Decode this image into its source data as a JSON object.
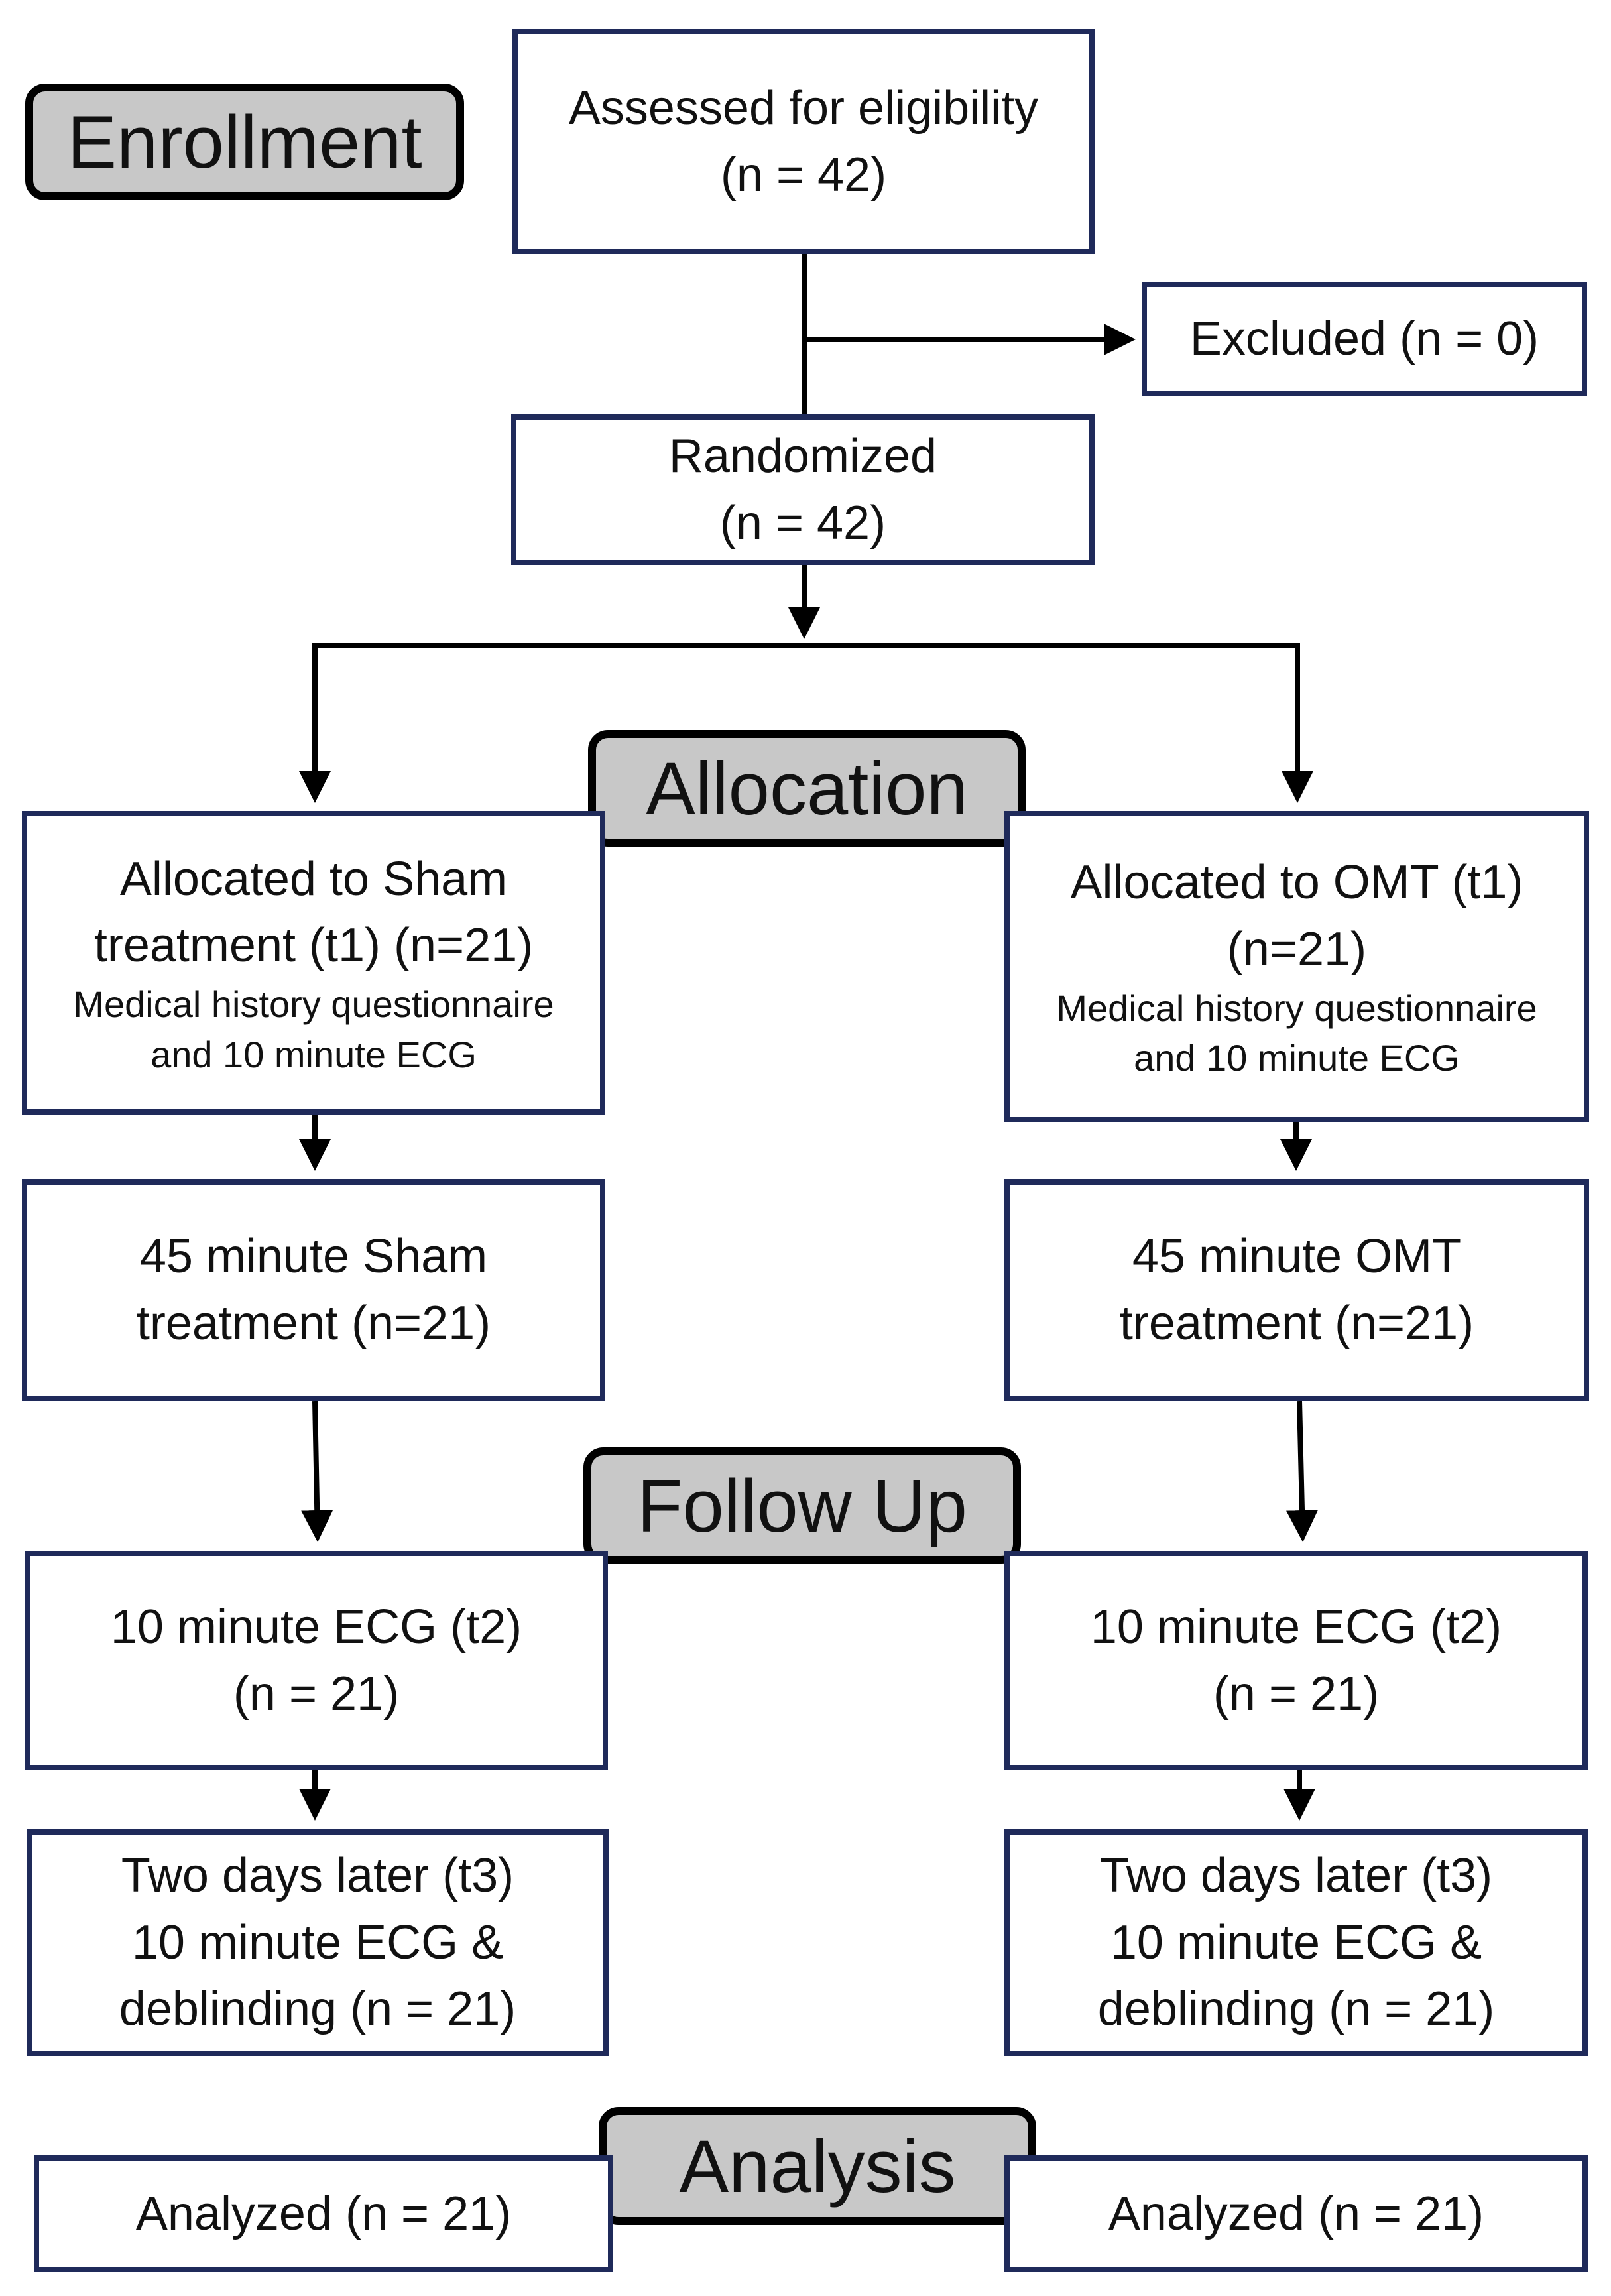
{
  "phases": {
    "enrollment": "Enrollment",
    "allocation": "Allocation",
    "follow_up": "Follow Up",
    "analysis": "Analysis"
  },
  "boxes": {
    "assessed": {
      "line1": "Assessed for eligibility",
      "line2": "(n = 42)"
    },
    "excluded": {
      "line1": "Excluded (n = 0)"
    },
    "randomized": {
      "line1": "Randomized",
      "line2": "(n = 42)"
    },
    "sham_alloc": {
      "line1": "Allocated to Sham",
      "line2": "treatment (t1) (n=21)",
      "sub1": "Medical history questionnaire",
      "sub2": "and 10 minute ECG"
    },
    "omt_alloc": {
      "line1": "Allocated to OMT (t1)",
      "line2": "(n=21)",
      "sub1": "Medical history questionnaire",
      "sub2": "and 10 minute ECG"
    },
    "sham_treat": {
      "line1": "45 minute Sham",
      "line2": "treatment (n=21)"
    },
    "omt_treat": {
      "line1": "45 minute OMT",
      "line2": "treatment (n=21)"
    },
    "sham_ecg": {
      "line1": "10 minute ECG (t2)",
      "line2": "(n = 21)"
    },
    "omt_ecg": {
      "line1": "10 minute ECG (t2)",
      "line2": "(n = 21)"
    },
    "sham_later": {
      "line1": "Two days later (t3)",
      "line2": "10 minute ECG &",
      "line3": "deblinding (n = 21)"
    },
    "omt_later": {
      "line1": "Two days later (t3)",
      "line2": "10 minute ECG &",
      "line3": "deblinding (n = 21)"
    },
    "sham_analyzed": {
      "line1": "Analyzed (n = 21)"
    },
    "omt_analyzed": {
      "line1": "Analyzed (n = 21)"
    }
  },
  "colors": {
    "box_border": "#1f2a5a",
    "phase_fill": "#c8c8c8",
    "connector": "#000000"
  }
}
